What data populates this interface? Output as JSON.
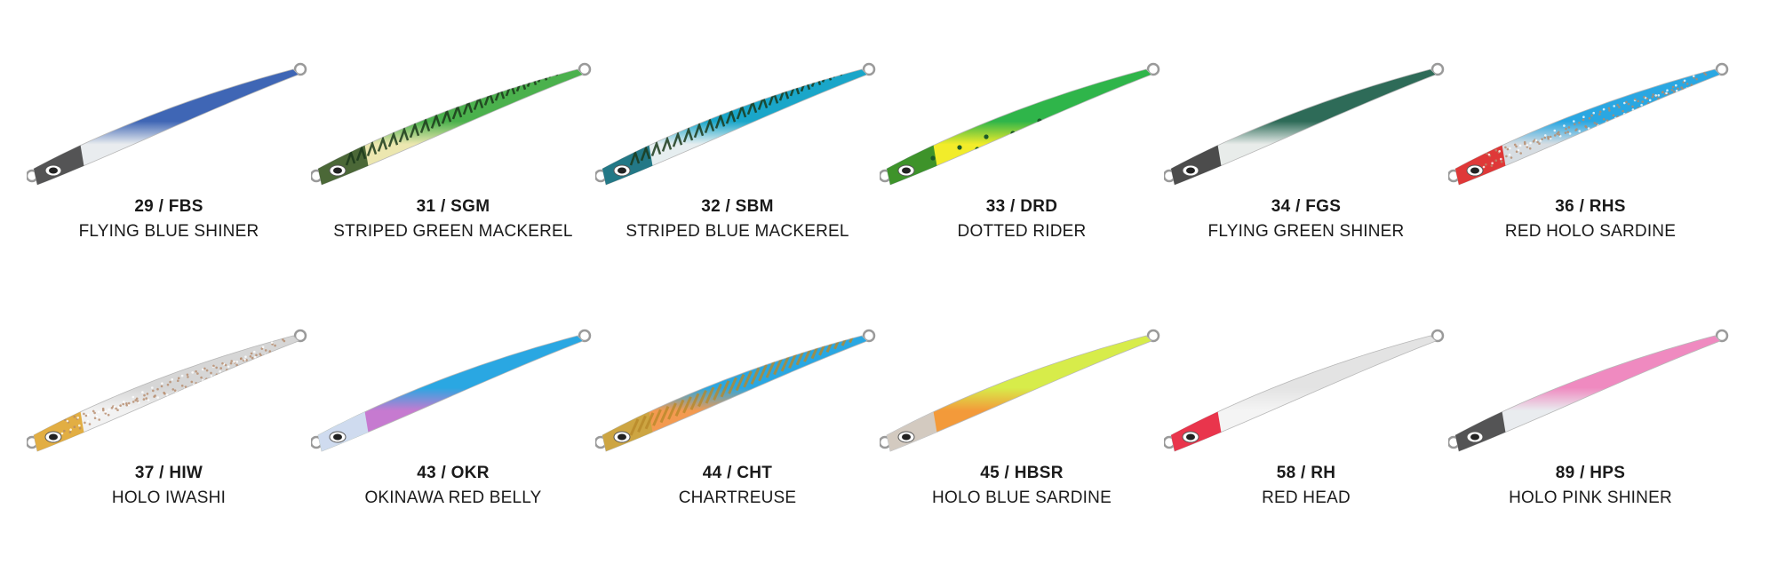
{
  "lures": [
    {
      "code": "29 / FBS",
      "name": "FLYING BLUE SHINER",
      "back": "#3f66b5",
      "belly": "#e9ecef",
      "head": "#444444",
      "pattern": "holo"
    },
    {
      "code": "31 / SGM",
      "name": "STRIPED GREEN MACKEREL",
      "back": "#4bb14d",
      "belly": "#ece7b0",
      "head": "#3a5a2a",
      "pattern": "stripes"
    },
    {
      "code": "32 / SBM",
      "name": "STRIPED BLUE MACKEREL",
      "back": "#1aa6c9",
      "belly": "#e6eef0",
      "head": "#0d6a7a",
      "pattern": "stripes"
    },
    {
      "code": "33 / DRD",
      "name": "DOTTED RIDER",
      "back": "#2fb54a",
      "belly": "#f2ec2a",
      "head": "#2a8a2a",
      "pattern": "dots"
    },
    {
      "code": "34 / FGS",
      "name": "FLYING GREEN SHINER",
      "back": "#2e6b58",
      "belly": "#e8ecea",
      "head": "#3b3b3b",
      "pattern": "holo"
    },
    {
      "code": "36 / RHS",
      "name": "RED HOLO SARDINE",
      "back": "#2aa7e2",
      "belly": "#d7dde2",
      "head": "#e02626",
      "pattern": "glitter"
    },
    {
      "code": "37 / HIW",
      "name": "HOLO IWASHI",
      "back": "#d6d6d6",
      "belly": "#f2f2f2",
      "head": "#e0a630",
      "pattern": "glitter"
    },
    {
      "code": "43 / OKR",
      "name": "OKINAWA RED BELLY",
      "back": "#2aa7e2",
      "belly": "#c67ad0",
      "head": "#cfe6f2",
      "pattern": "holo"
    },
    {
      "code": "44 / CHT",
      "name": "CHARTREUSE",
      "back": "#2aa7e2",
      "belly": "#f39a50",
      "head": "#c9a640",
      "pattern": "gold"
    },
    {
      "code": "45 / HBSR",
      "name": "HOLO BLUE SARDINE",
      "back": "#d7ec4a",
      "belly": "#f39a3a",
      "head": "#cfcfcf",
      "pattern": "holo"
    },
    {
      "code": "58 / RH",
      "name": "RED HEAD",
      "back": "#e3e3e3",
      "belly": "#f4f4f4",
      "head": "#e8203a",
      "pattern": "holo"
    },
    {
      "code": "89 / HPS",
      "name": "HOLO PINK SHINER",
      "back": "#ef8ac0",
      "belly": "#e9ecef",
      "head": "#444444",
      "pattern": "holo"
    }
  ]
}
